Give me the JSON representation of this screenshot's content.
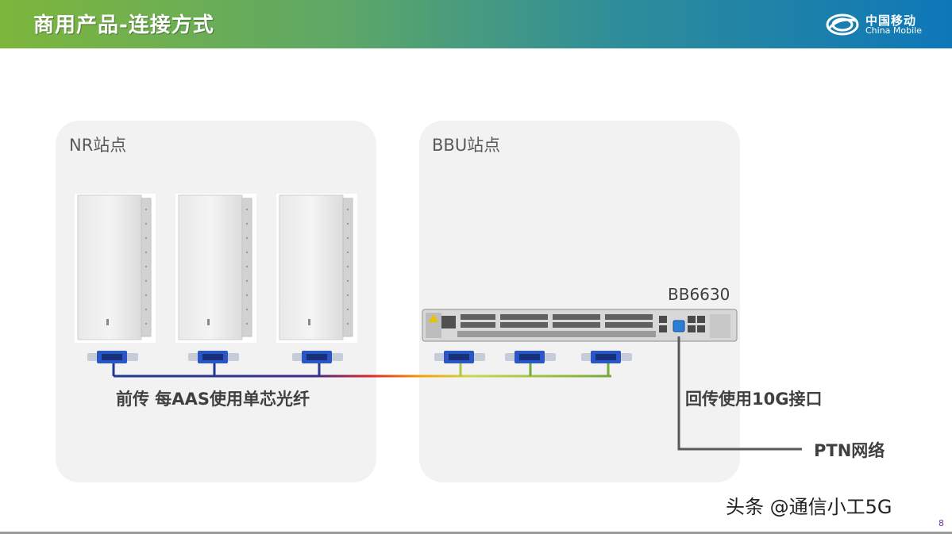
{
  "header": {
    "title": "商用产品-连接方式",
    "logo_cn": "中国移动",
    "logo_en": "China Mobile"
  },
  "nr_site": {
    "label": "NR站点"
  },
  "bbu_site": {
    "label": "BBU站点"
  },
  "bbu_device": {
    "model": "BB6630"
  },
  "captions": {
    "fronthaul": "前传 每AAS使用单芯光纤",
    "backhaul": "回传使用10G接口",
    "ptn": "PTN网络"
  },
  "watermark": "头条 @通信小工5G",
  "page_number": "8",
  "colors": {
    "fiber_blue": "#1f3a93",
    "fiber_green": "#77a83a",
    "fiber_red": "#e0262a",
    "backhaul_cable": "#595959",
    "connector_blue": "#2a56c6"
  }
}
